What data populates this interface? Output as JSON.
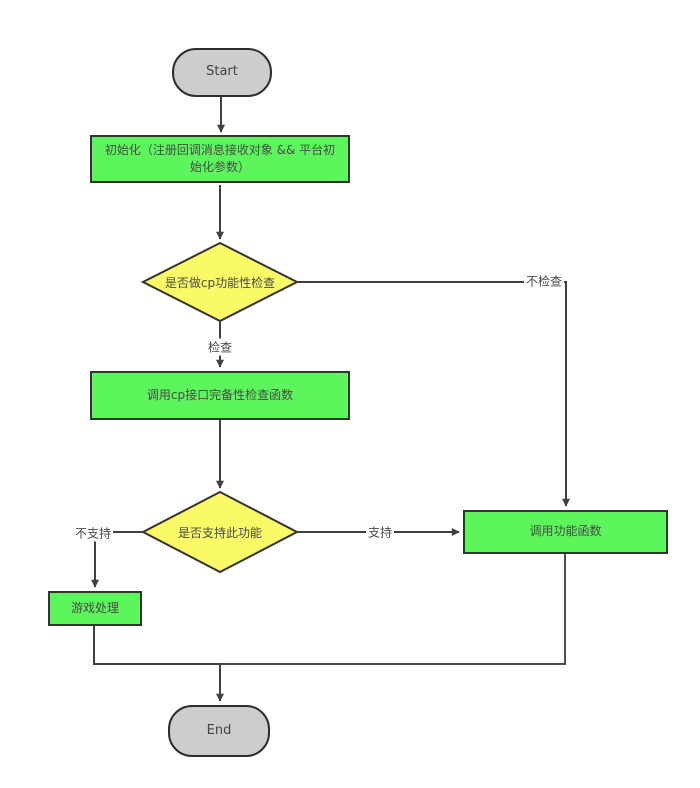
{
  "flowchart": {
    "nodes": {
      "start": "Start",
      "init": "初始化（注册回调消息接收对象 && 平台初始化参数）",
      "cp_check_decision": "是否做cp功能性检查",
      "cp_check_call": "调用cp接口完备性检查函数",
      "support_decision": "是否支持此功能",
      "game_handle": "游戏处理",
      "call_function": "调用功能函数",
      "end": "End"
    },
    "edge_labels": {
      "check": "检查",
      "no_check": "不检查",
      "support": "支持",
      "no_support": "不支持"
    },
    "colors": {
      "process_fill": "#5cf65c",
      "decision_fill": "#fafa66",
      "terminator_fill": "#cdcdcd",
      "node_border": "#333333",
      "connector": "#404040",
      "text": "#4a4a4a"
    }
  }
}
